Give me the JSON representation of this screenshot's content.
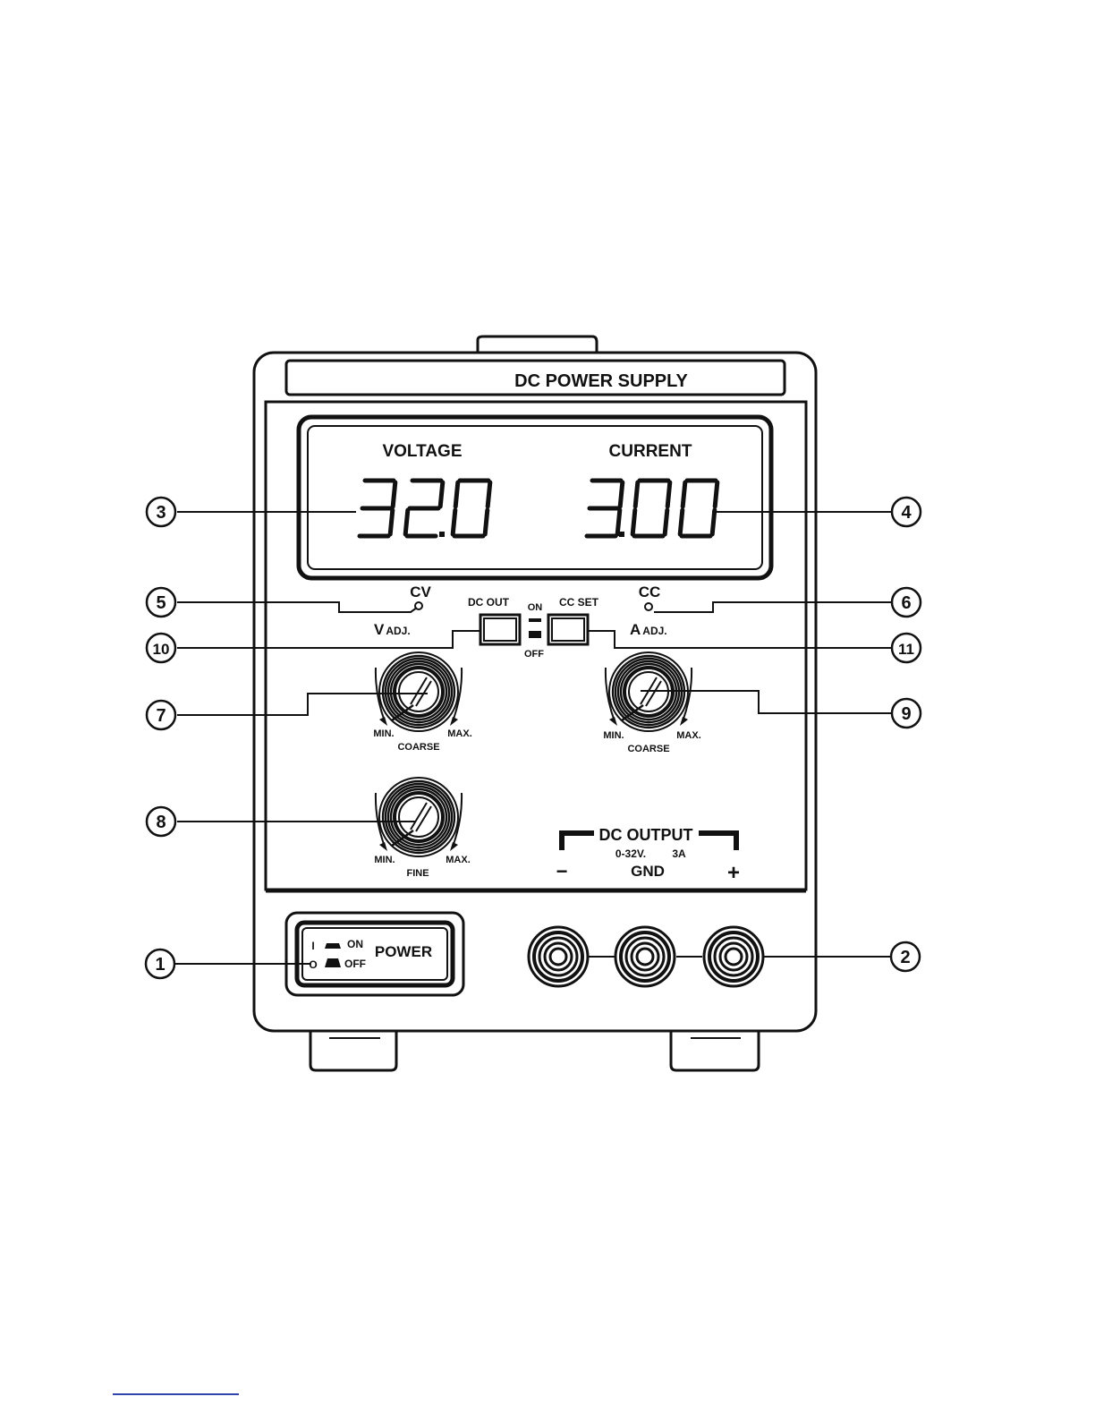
{
  "device": {
    "title": "DC POWER SUPPLY",
    "display": {
      "voltage_label": "VOLTAGE",
      "current_label": "CURRENT",
      "voltage_value": "32.0",
      "current_value": "3.00"
    },
    "indicators": {
      "cv_label": "CV",
      "cc_label": "CC"
    },
    "buttons": {
      "dc_out_label": "DC OUT",
      "cc_set_label": "CC SET",
      "on_label": "ON",
      "off_label": "OFF"
    },
    "adjust": {
      "v_adj_letter": "V",
      "v_adj_suffix": "ADJ.",
      "a_adj_letter": "A",
      "a_adj_suffix": "ADJ."
    },
    "knobs": {
      "min_label": "MIN.",
      "max_label": "MAX.",
      "coarse_label": "COARSE",
      "fine_label": "FINE"
    },
    "output": {
      "title": "DC OUTPUT",
      "spec_voltage": "0-32V.",
      "spec_current": "3A",
      "minus": "−",
      "gnd": "GND",
      "plus": "+"
    },
    "power": {
      "on_symbol": "I",
      "off_symbol": "O",
      "on_label": "ON",
      "off_label": "OFF",
      "label": "POWER"
    }
  },
  "callouts": [
    "1",
    "2",
    "3",
    "4",
    "5",
    "6",
    "7",
    "8",
    "9",
    "10",
    "11"
  ]
}
